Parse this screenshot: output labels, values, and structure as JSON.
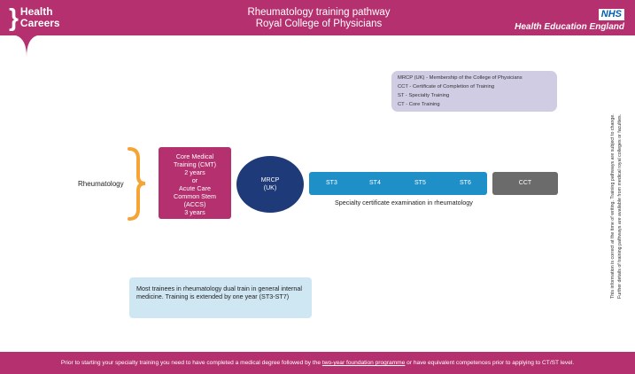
{
  "header": {
    "logo_line1": "Health",
    "logo_line2": "Careers",
    "title_line1": "Rheumatology training pathway",
    "title_line2": "Royal College of Physicians",
    "nhs_badge": "NHS",
    "nhs_org": "Health Education England"
  },
  "legend": {
    "items": [
      "MRCP (UK) - Membership of the College of Physicians",
      "CCT - Certificate of Completion of Training",
      "ST - Specialty Training",
      "CT - Core Training"
    ]
  },
  "pathway": {
    "specialty": "Rheumatology",
    "core_training": {
      "lines": [
        "Core Medical",
        "Training (CMT)",
        "2 years",
        "or",
        "Acute Care",
        "Common Stem",
        "(ACCS)",
        "3 years"
      ]
    },
    "mrcp": {
      "line1": "MRCP",
      "line2": "(UK)"
    },
    "stages": [
      "ST3",
      "ST4",
      "ST5",
      "ST6"
    ],
    "cct": "CCT",
    "exam": "Specialty certificate examination in rheumatology"
  },
  "note": "Most trainees in rheumatology dual train in general internal medicine. Training is extended by one year (ST3-ST7)",
  "side_note": {
    "line1": "This information is correct at the time of writing. Training pathways are subject to change.",
    "line2": "Further details of training pathways are available from medical royal colleges or faculties."
  },
  "footer": {
    "before": "Prior to starting your specialty training you need to have completed a medical degree followed by the ",
    "link": "two-year foundation programme",
    "after": " or have equivalent competences prior to applying to CT/ST level."
  },
  "colors": {
    "magenta": "#b5306e",
    "navy": "#1e3a78",
    "blue": "#1f8fc7",
    "grey": "#6b6b6b",
    "orange": "#f6a436",
    "lavender": "#cfcce3",
    "light_blue": "#cfe6f3"
  }
}
